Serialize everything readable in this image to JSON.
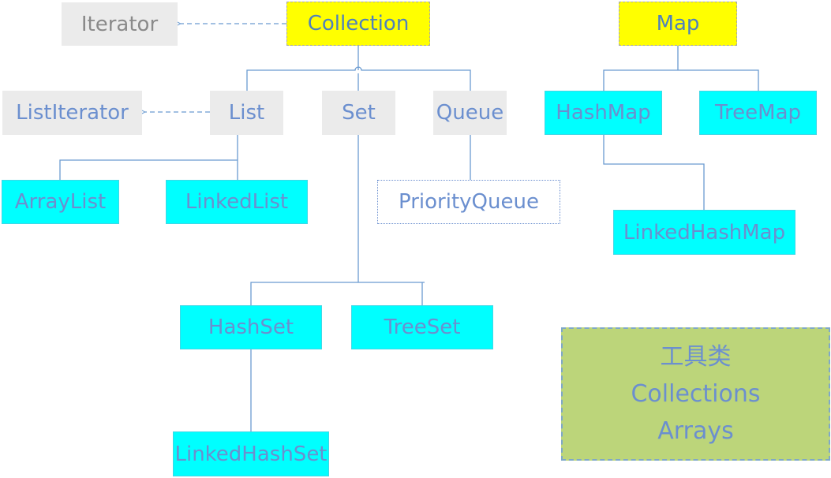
{
  "nodes": {
    "iterator": "Iterator",
    "collection": "Collection",
    "map": "Map",
    "list_iterator": "ListIterator",
    "list": "List",
    "set": "Set",
    "queue": "Queue",
    "hash_map": "HashMap",
    "tree_map": "TreeMap",
    "array_list": "ArrayList",
    "linked_list": "LinkedList",
    "priority_queue": "PriorityQueue",
    "linked_hash_map": "LinkedHashMap",
    "hash_set": "HashSet",
    "tree_set": "TreeSet",
    "linked_hash_set": "LinkedHashSet"
  },
  "tools": {
    "title": "工具类",
    "items": [
      "Collections",
      "Arrays"
    ]
  },
  "colors": {
    "interface": "#ebebeb",
    "root": "#ffff00",
    "implementation": "#00ffff",
    "tool_box": "#bcd57a",
    "text": "#6b8fcf",
    "connector": "#6b9bd1"
  }
}
